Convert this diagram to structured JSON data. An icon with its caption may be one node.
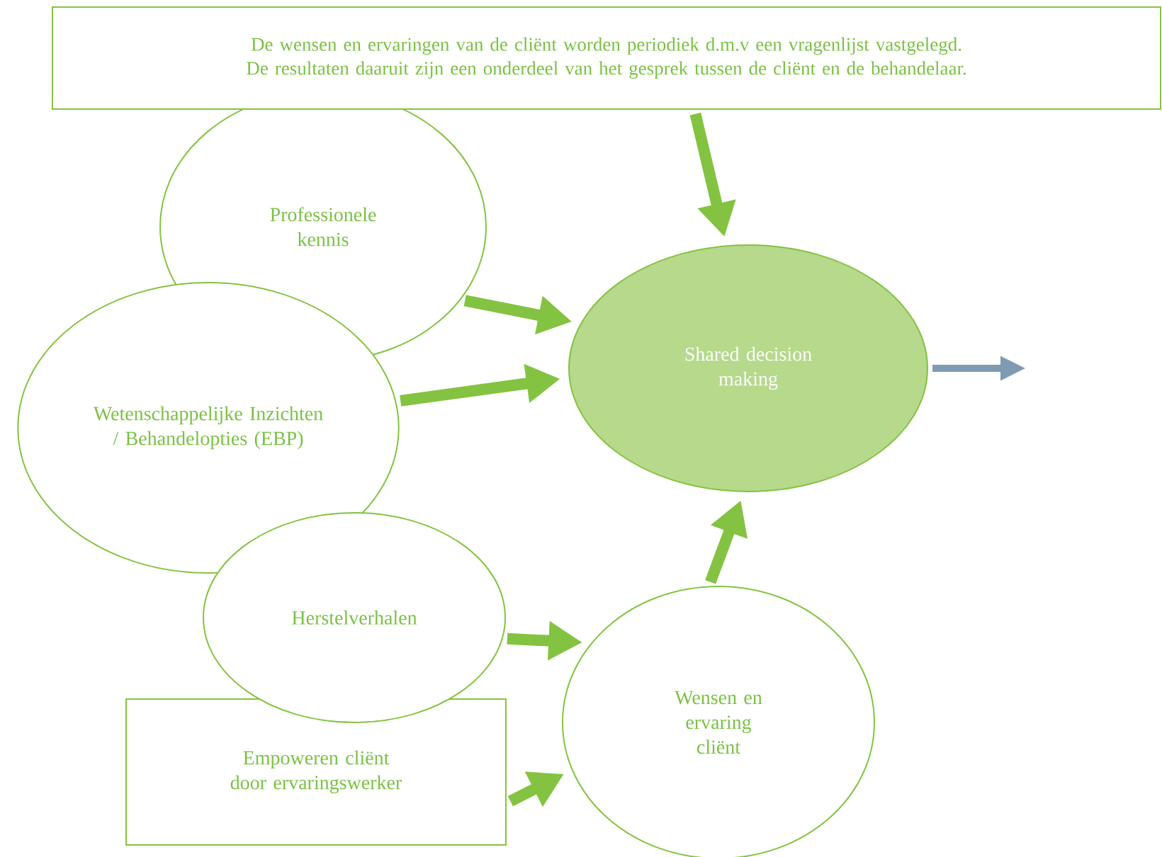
{
  "diagram": {
    "nodes": [
      {
        "text": [
          "De wensen en ervaringen van de cliënt worden periodiek d.m.v een vragenlijst vastgelegd. De resultaten daaruit zijn een onderdeel van het gesprek tussen de cliënt en de behandelaar."
        ]
      },
      {
        "text": [
          "Professionele kennis"
        ]
      },
      {
        "text": [
          "Wetenschappelijke Inzichten / Behandelopties (EBP)"
        ]
      },
      {
        "text": [
          "Shared decision making"
        ]
      },
      {
        "text": [
          "Herstelverhalen"
        ]
      },
      {
        "text": [
          "Empoweren cliënt door ervaringswerker"
        ]
      },
      {
        "text": [
          "Wensen en ervaring cliënt"
        ]
      }
    ],
    "edges": [
      {
        "from": 0,
        "to": 3,
        "arrow": "to"
      },
      {
        "from": 1,
        "to": 3,
        "arrow": "to"
      },
      {
        "from": 2,
        "to": 3,
        "arrow": "to"
      },
      {
        "from": 4,
        "to": 6,
        "arrow": "to"
      },
      {
        "from": 5,
        "to": 6,
        "arrow": "to"
      },
      {
        "from": 6,
        "to": 3,
        "arrow": "to"
      },
      {
        "from": 3,
        "to": null,
        "arrow": "to",
        "color": "#7f9bb3"
      }
    ]
  }
}
